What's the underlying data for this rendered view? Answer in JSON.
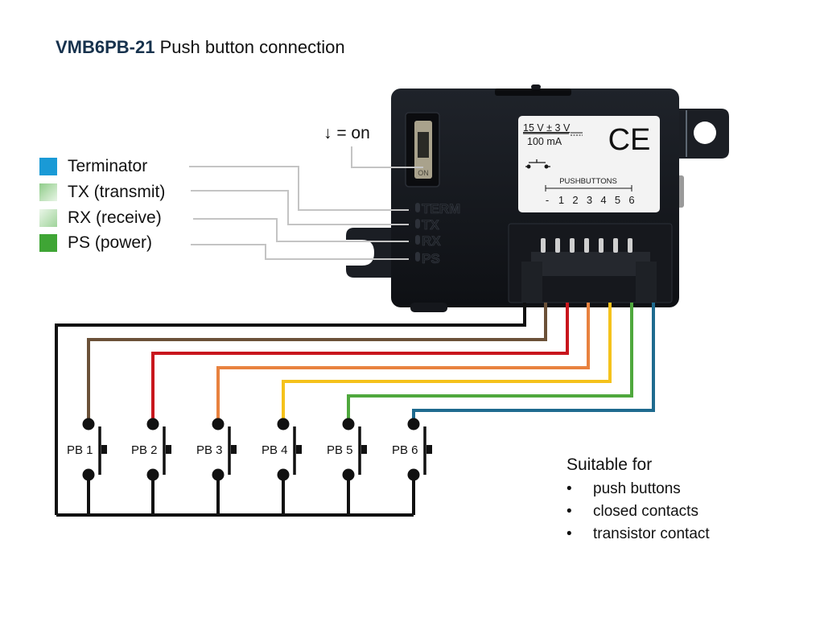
{
  "title": {
    "model": "VMB6PB-21",
    "text": "Push button connection"
  },
  "legend": [
    {
      "label": "Terminator",
      "color": "#1a9ad6",
      "gradient": false
    },
    {
      "label": "TX (transmit)",
      "color": "#a9d8a4",
      "gradient": true
    },
    {
      "label": "RX (receive)",
      "color": "#c8e6c4",
      "gradient": true
    },
    {
      "label": "PS (power)",
      "color": "#3fa535",
      "gradient": false
    }
  ],
  "switch_note": "↓ = on",
  "device": {
    "led_labels": [
      "TERM",
      "TX",
      "RX",
      "PS"
    ],
    "switch_marking": "ON",
    "rating_line1": "15 V ± 3 V",
    "rating_line2": "100 mA",
    "dc_symbol": "⎓",
    "ce_mark": "CE",
    "pushbuttons_title": "PUSHBUTTONS",
    "terminals": [
      "-",
      "1",
      "2",
      "3",
      "4",
      "5",
      "6"
    ]
  },
  "wires": [
    {
      "name": "common",
      "color": "#111111"
    },
    {
      "name": "pb1",
      "color": "#6b5138"
    },
    {
      "name": "pb2",
      "color": "#c8161d"
    },
    {
      "name": "pb3",
      "color": "#e8823f"
    },
    {
      "name": "pb4",
      "color": "#f5c21b"
    },
    {
      "name": "pb5",
      "color": "#4fa83d"
    },
    {
      "name": "pb6",
      "color": "#1f6b8f"
    }
  ],
  "pushbuttons": [
    {
      "label": "PB 1"
    },
    {
      "label": "PB 2"
    },
    {
      "label": "PB 3"
    },
    {
      "label": "PB 4"
    },
    {
      "label": "PB 5"
    },
    {
      "label": "PB 6"
    }
  ],
  "suitable": {
    "heading": "Suitable for",
    "items": [
      "push buttons",
      "closed contacts",
      "transistor contact"
    ]
  }
}
